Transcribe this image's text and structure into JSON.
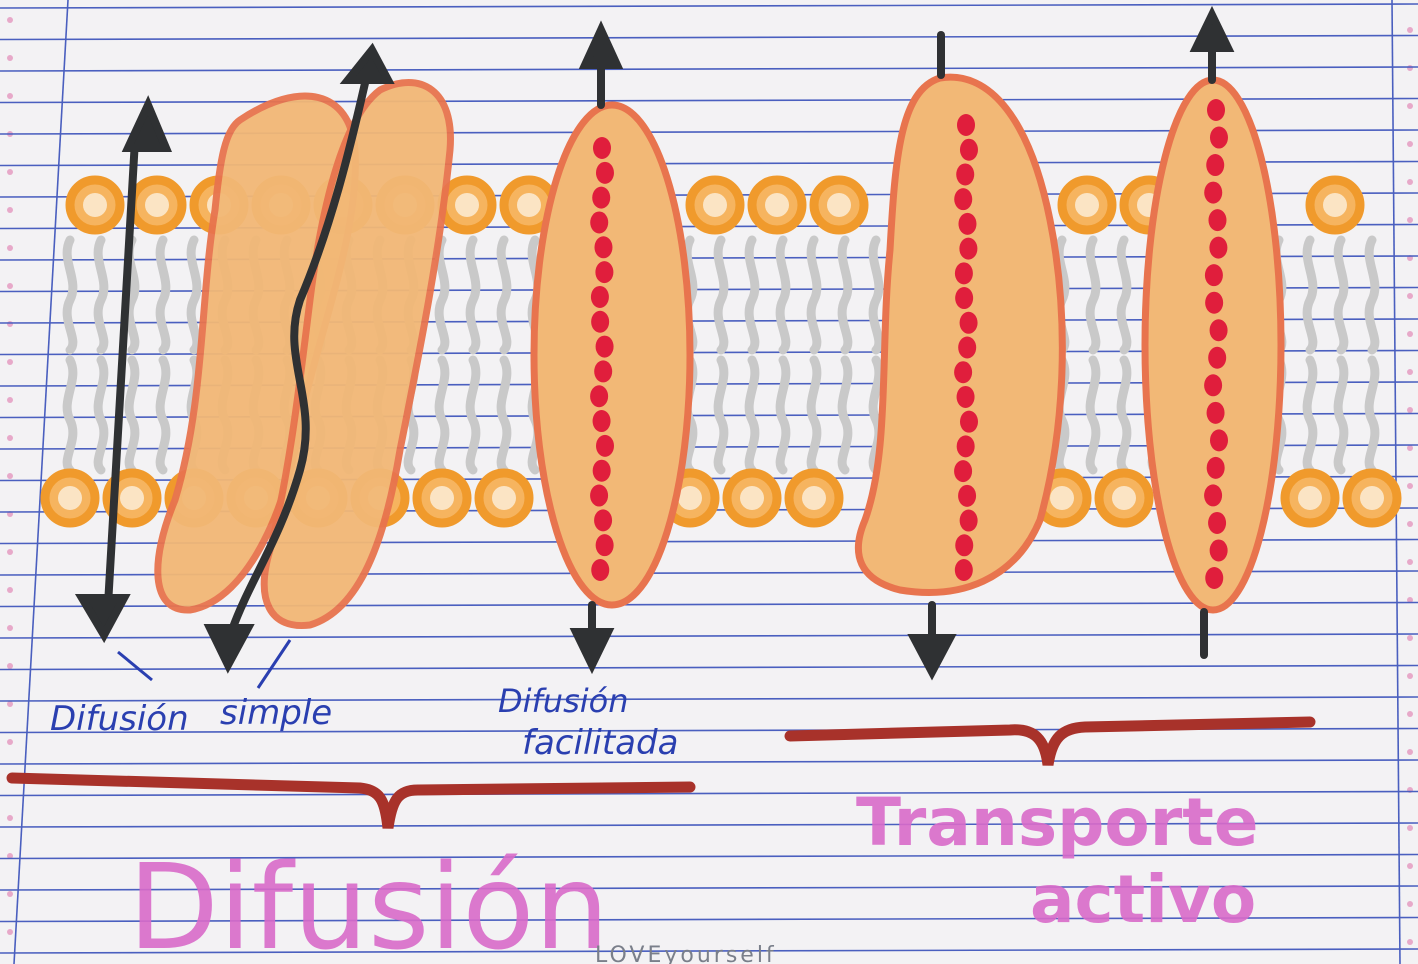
{
  "labels": {
    "simple_a": "Difusión",
    "simple_b": "simple",
    "facilitada_1": "Difusión",
    "facilitada_2": "facilitada",
    "difusion_title": "Difusión",
    "transporte_1": "Transporte",
    "transporte_2": "activo",
    "footer": "LOVEyourself"
  },
  "colors": {
    "paper": "#f3f2f4",
    "ruled_line": "#4a5fbf",
    "phospholipid_head": "#f09a2c",
    "phospholipid_tail": "#c9c9c9",
    "protein_fill": "#f2b876",
    "protein_outline": "#e8744e",
    "dots": "#e01e3c",
    "arrows": "#2f3133",
    "brace": "#a8322a",
    "blue_ink": "#2a3fb0",
    "pink_ink": "#d96bc9"
  }
}
